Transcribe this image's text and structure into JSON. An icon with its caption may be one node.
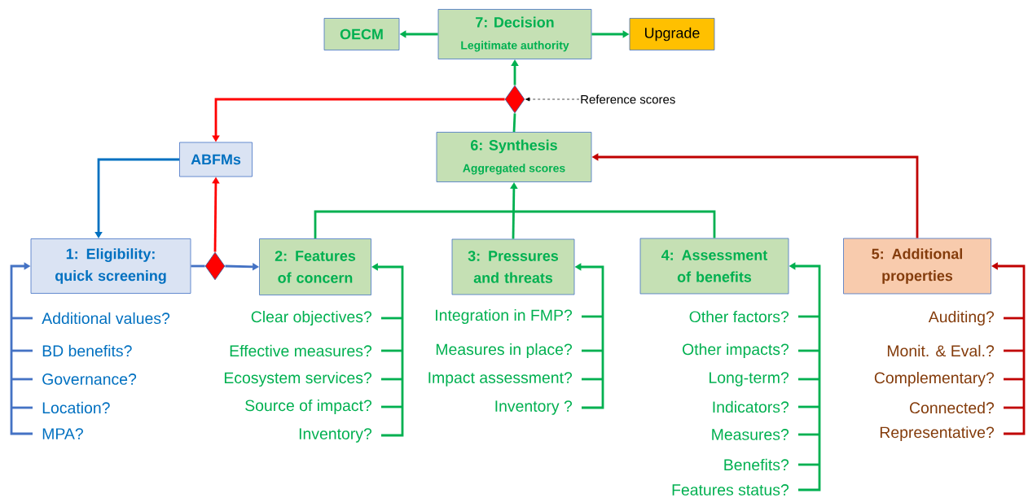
{
  "diagram": {
    "nodes": [
      {
        "text": [
          "OECM"
        ]
      },
      {
        "text": [
          "7: Decision",
          "Legitimate authority"
        ]
      },
      {
        "text": [
          "Upgrade"
        ]
      },
      {
        "text": [],
        "shape": "diamond"
      },
      {
        "text": [
          "Reference scores"
        ]
      },
      {
        "text": [
          "ABFMs"
        ]
      },
      {
        "text": [
          "6: Synthesis",
          "Aggregated scores"
        ]
      },
      {
        "text": [
          "1: Eligibility: quick screening"
        ]
      },
      {
        "text": [],
        "shape": "diamond"
      },
      {
        "text": [
          "2: Features of concern"
        ]
      },
      {
        "text": [
          "3: Pressures and threats"
        ]
      },
      {
        "text": [
          "4: Assessment of benefits"
        ]
      },
      {
        "text": [
          "5: Additional properties"
        ]
      },
      {
        "text": [
          "Additional values?"
        ]
      },
      {
        "text": [
          "BD benefits?"
        ]
      },
      {
        "text": [
          "Governance?"
        ]
      },
      {
        "text": [
          "Location?"
        ]
      },
      {
        "text": [
          "MPA?"
        ]
      },
      {
        "text": [
          "Clear objectives?"
        ]
      },
      {
        "text": [
          "Effective measures?"
        ]
      },
      {
        "text": [
          "Ecosystem services?"
        ]
      },
      {
        "text": [
          "Source of impact?"
        ]
      },
      {
        "text": [
          "Inventory?"
        ]
      },
      {
        "text": [
          "Integration in FMP?"
        ]
      },
      {
        "text": [
          "Measures in place?"
        ]
      },
      {
        "text": [
          "Impact assessment?"
        ]
      },
      {
        "text": [
          "Inventory ?"
        ]
      },
      {
        "text": [
          "Other factors?"
        ]
      },
      {
        "text": [
          "Other impacts?"
        ]
      },
      {
        "text": [
          "Long-term?"
        ]
      },
      {
        "text": [
          "Indicators?"
        ]
      },
      {
        "text": [
          "Measures?"
        ]
      },
      {
        "text": [
          "Benefits?"
        ]
      },
      {
        "text": [
          "Features status?"
        ]
      },
      {
        "text": [
          "Auditing?"
        ]
      },
      {
        "text": [
          "Monit. & Eval.?"
        ]
      },
      {
        "text": [
          "Complementary?"
        ]
      },
      {
        "text": [
          "Connected?"
        ]
      },
      {
        "text": [
          "Representative?"
        ]
      }
    ],
    "edges": [
      {
        "from": 1,
        "to": 0,
        "arrow": "to"
      },
      {
        "from": 1,
        "to": 2,
        "arrow": "to"
      },
      {
        "from": 3,
        "to": 1,
        "arrow": "to"
      },
      {
        "from": 6,
        "to": 3,
        "arrow": "none"
      },
      {
        "from": 4,
        "to": 3,
        "arrow": "to",
        "style": "dashed",
        "color": "#000000"
      },
      {
        "from": 3,
        "to": 5,
        "arrow": "to",
        "color": "#ff0000"
      },
      {
        "from": 5,
        "to": 7,
        "arrow": "to",
        "color": "#0070c0"
      },
      {
        "from": 8,
        "to": 5,
        "arrow": "to",
        "color": "#ff0000"
      },
      {
        "from": 7,
        "to": 8,
        "arrow": "none",
        "color": "#4472c4"
      },
      {
        "from": 8,
        "to": 9,
        "arrow": "to",
        "color": "#4472c4"
      },
      {
        "from": 9,
        "to": 6,
        "arrow": "to"
      },
      {
        "from": 10,
        "to": 6,
        "arrow": "to"
      },
      {
        "from": 11,
        "to": 6,
        "arrow": "to"
      },
      {
        "from": 12,
        "to": 6,
        "arrow": "to",
        "color": "#c00000"
      },
      {
        "from": 13,
        "to": 7,
        "arrow": "to",
        "color": "#4472c4"
      },
      {
        "from": 14,
        "to": 7,
        "arrow": "to",
        "color": "#4472c4"
      },
      {
        "from": 15,
        "to": 7,
        "arrow": "to",
        "color": "#4472c4"
      },
      {
        "from": 16,
        "to": 7,
        "arrow": "to",
        "color": "#4472c4"
      },
      {
        "from": 17,
        "to": 7,
        "arrow": "to",
        "color": "#4472c4"
      },
      {
        "from": 18,
        "to": 9,
        "arrow": "to"
      },
      {
        "from": 19,
        "to": 9,
        "arrow": "to"
      },
      {
        "from": 20,
        "to": 9,
        "arrow": "to"
      },
      {
        "from": 21,
        "to": 9,
        "arrow": "to"
      },
      {
        "from": 22,
        "to": 9,
        "arrow": "to"
      },
      {
        "from": 23,
        "to": 10,
        "arrow": "to"
      },
      {
        "from": 24,
        "to": 10,
        "arrow": "to"
      },
      {
        "from": 25,
        "to": 10,
        "arrow": "to"
      },
      {
        "from": 26,
        "to": 10,
        "arrow": "to"
      },
      {
        "from": 27,
        "to": 11,
        "arrow": "to"
      },
      {
        "from": 28,
        "to": 11,
        "arrow": "to"
      },
      {
        "from": 29,
        "to": 11,
        "arrow": "to"
      },
      {
        "from": 30,
        "to": 11,
        "arrow": "to"
      },
      {
        "from": 31,
        "to": 11,
        "arrow": "to"
      },
      {
        "from": 32,
        "to": 11,
        "arrow": "to"
      },
      {
        "from": 33,
        "to": 11,
        "arrow": "to"
      },
      {
        "from": 34,
        "to": 12,
        "arrow": "to",
        "color": "#c00000"
      },
      {
        "from": 35,
        "to": 12,
        "arrow": "to",
        "color": "#c00000"
      },
      {
        "from": 36,
        "to": 12,
        "arrow": "to",
        "color": "#c00000"
      },
      {
        "from": 37,
        "to": 12,
        "arrow": "to",
        "color": "#c00000"
      },
      {
        "from": 38,
        "to": 12,
        "arrow": "to",
        "color": "#c00000"
      }
    ]
  }
}
